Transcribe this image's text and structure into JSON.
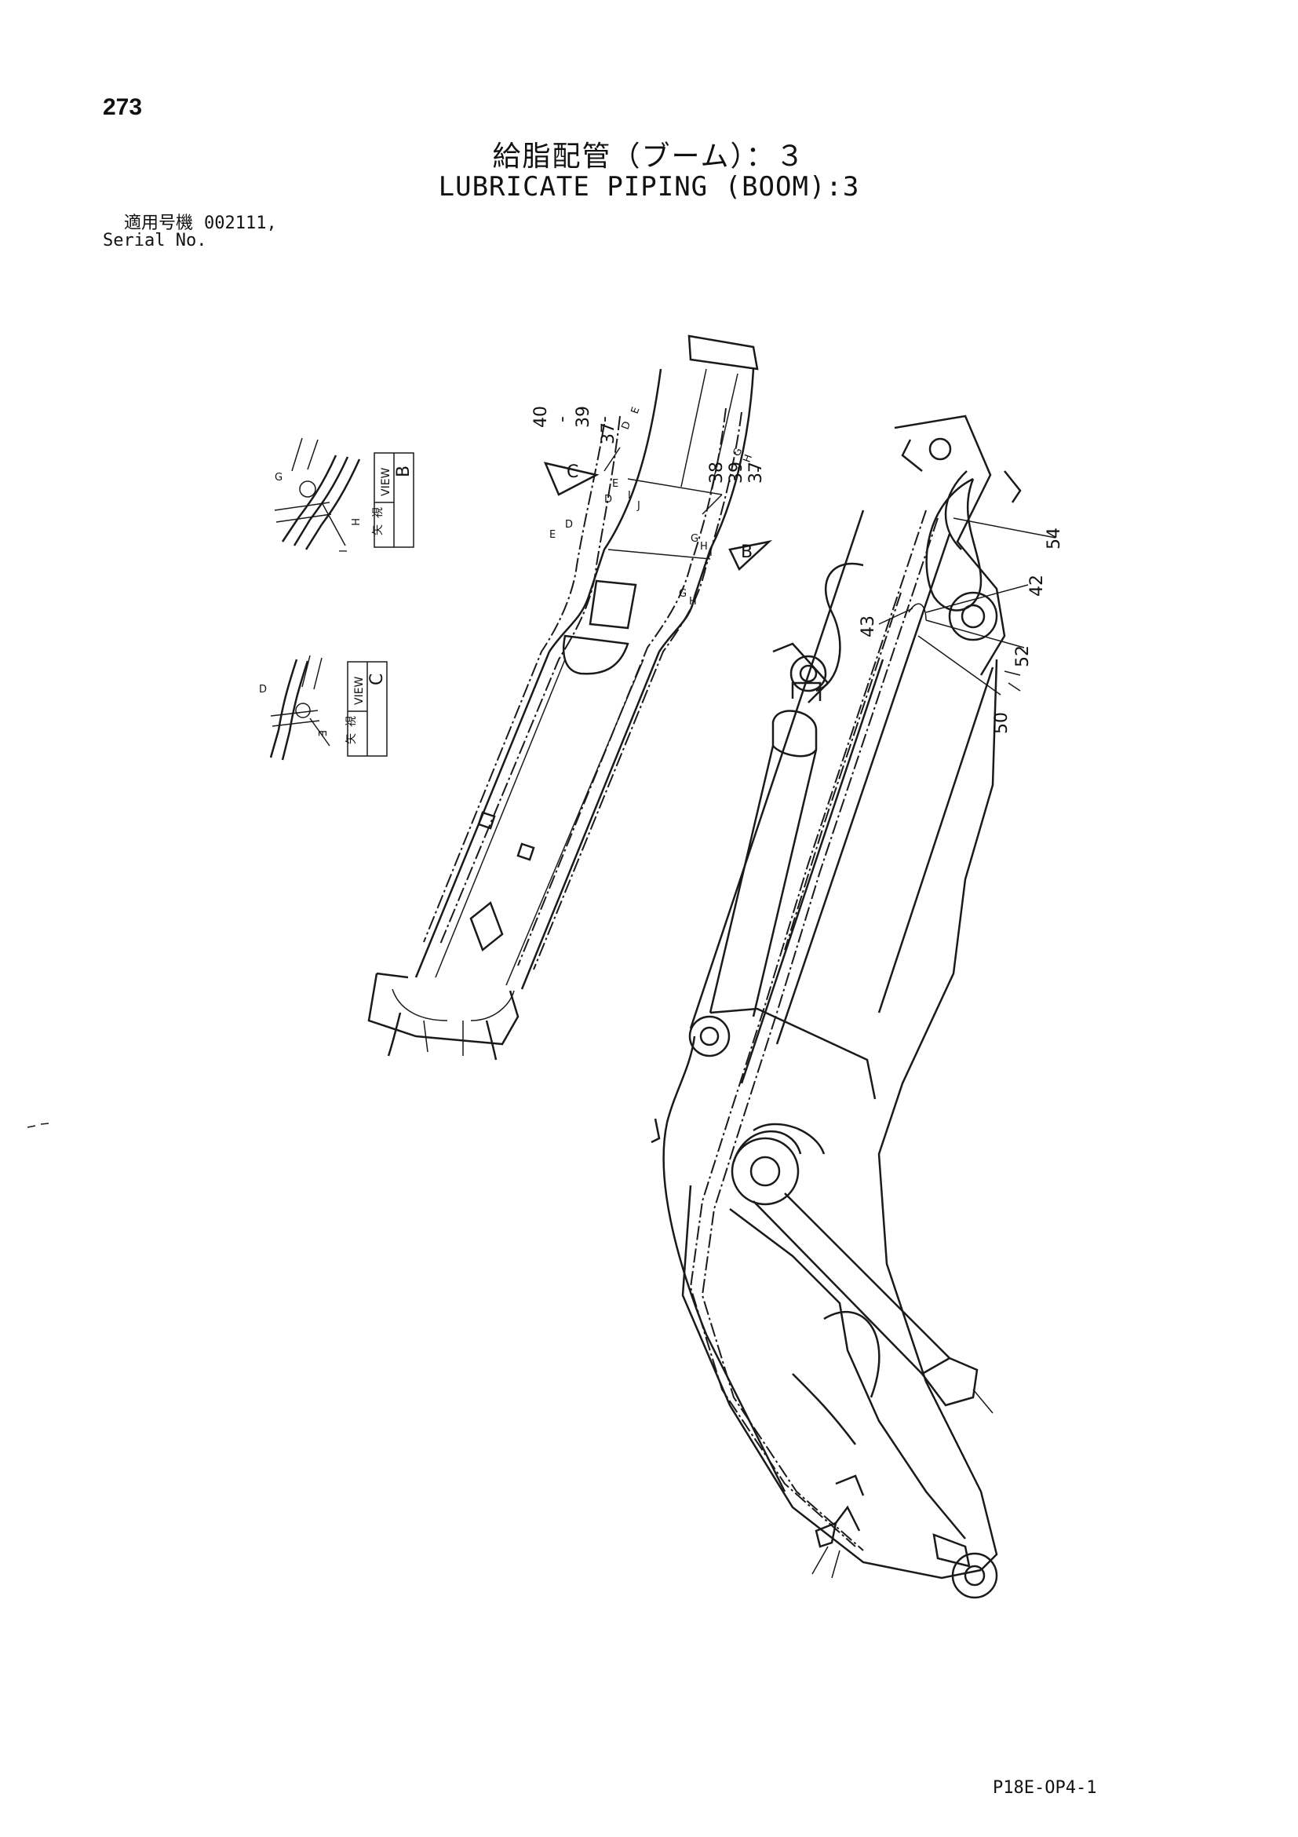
{
  "page_number": "273",
  "title_ja": "給脂配管（ブーム）：３",
  "title_en": "LUBRICATE PIPING (BOOM):3",
  "serial": {
    "label_ja": "適用号機",
    "number": "002111,",
    "label_en": "Serial No."
  },
  "view_b": {
    "kanji_1": "矢",
    "kanji_2": "視",
    "view": "VIEW",
    "letter": "B"
  },
  "view_c": {
    "kanji_1": "矢",
    "kanji_2": "視",
    "view": "VIEW",
    "letter": "C"
  },
  "detail_letters": {
    "b": {
      "g": "G",
      "h": "H",
      "i": "I"
    },
    "c": {
      "d": "D",
      "e": "E"
    }
  },
  "arm_callouts": {
    "group_left": {
      "a": "40",
      "dash1": "-",
      "b": "39",
      "dash2": "-",
      "c": "37"
    },
    "group_right": {
      "a": "38",
      "dash1": "-",
      "b": "39",
      "dash2": "-",
      "c": "37"
    },
    "arrow_c": "C",
    "arrow_b": "B",
    "letters_top": {
      "d": "D",
      "e": "E"
    },
    "letters_top_right": {
      "g": "G",
      "h": "H"
    },
    "letters_left": {
      "d": "D",
      "e": "E"
    },
    "letters_left_lower": {
      "e": "E",
      "d": "D"
    },
    "letters_right": {
      "g": "G",
      "h": "H",
      "i": "I"
    },
    "letters_right_lower": {
      "g": "G",
      "h": "H"
    },
    "letters_mid": {
      "i": "I",
      "j": "J"
    }
  },
  "boom_callouts": {
    "c54": "54",
    "c42": "42",
    "c43": "43",
    "c52": "52",
    "c50": "50"
  },
  "footer_code": "P18E-OP4-1"
}
